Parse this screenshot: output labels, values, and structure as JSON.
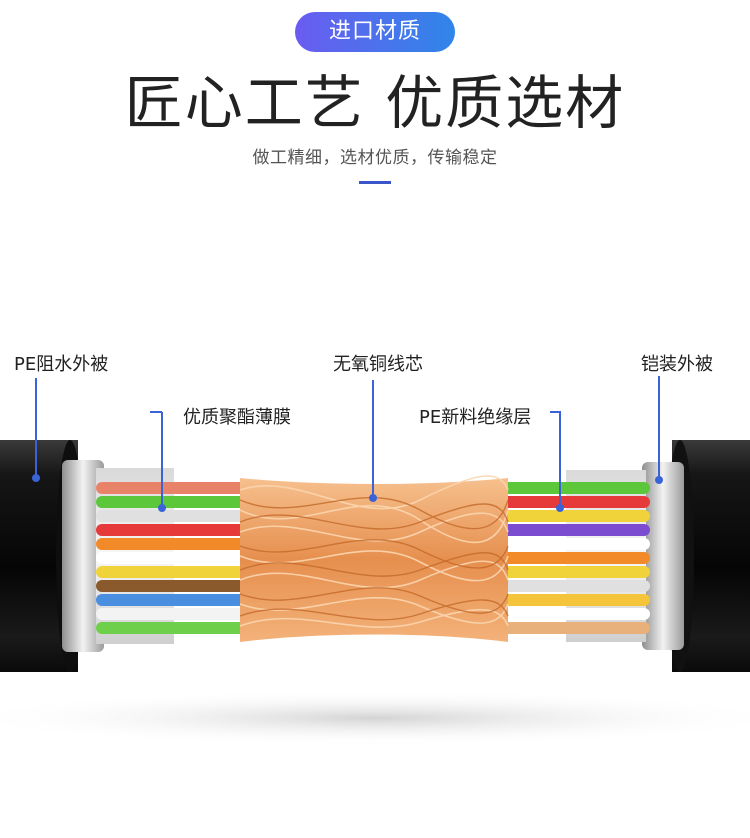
{
  "header": {
    "badge": "进口材质",
    "title": "匠心工艺 优质选材",
    "subtitle": "做工精细，选材优质，传输稳定"
  },
  "labels": {
    "pe_outer": "PE阻水外被",
    "polyester": "优质聚酯薄膜",
    "copper_core": "无氧铜线芯",
    "pe_insulation": "PE新料绝缘层",
    "armor": "铠装外被"
  },
  "colors": {
    "accent": "#3a55c8",
    "badge_start": "#6a5cf0",
    "badge_end": "#2f86e8",
    "leader": "#3b63d8"
  }
}
